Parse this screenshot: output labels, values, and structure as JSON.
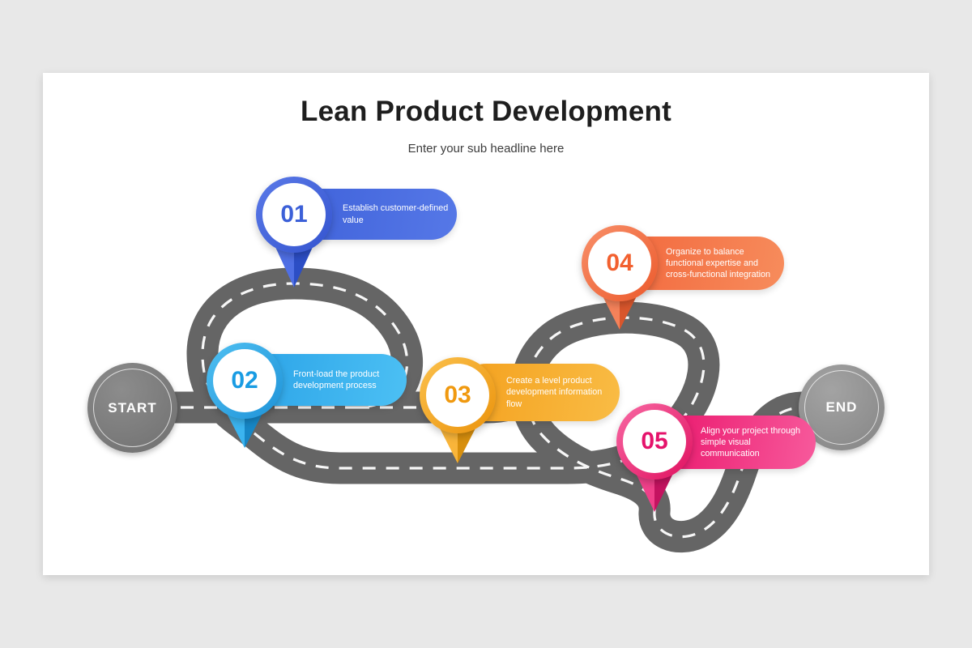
{
  "page": {
    "background": "#e8e8e8",
    "slide_background": "#ffffff"
  },
  "header": {
    "title": "Lean Product Development",
    "subtitle": "Enter your sub headline here"
  },
  "roadmap": {
    "start_label": "START",
    "end_label": "END",
    "road_color": "#656565",
    "road_centerline_color": "#ffffff",
    "terminal_color": "#7f7f7f",
    "steps": [
      {
        "number": "01",
        "text": "Establish customer-defined value",
        "color": "#4165dd"
      },
      {
        "number": "02",
        "text": "Front-load the product development process",
        "color": "#2fa8e9"
      },
      {
        "number": "03",
        "text": "Create a level product development information flow",
        "color": "#f5a41e"
      },
      {
        "number": "04",
        "text": "Organize to balance functional expertise and cross-functional integration",
        "color": "#f36c41"
      },
      {
        "number": "05",
        "text": "Align your project through simple visual communication",
        "color": "#ec1d6f"
      }
    ]
  }
}
